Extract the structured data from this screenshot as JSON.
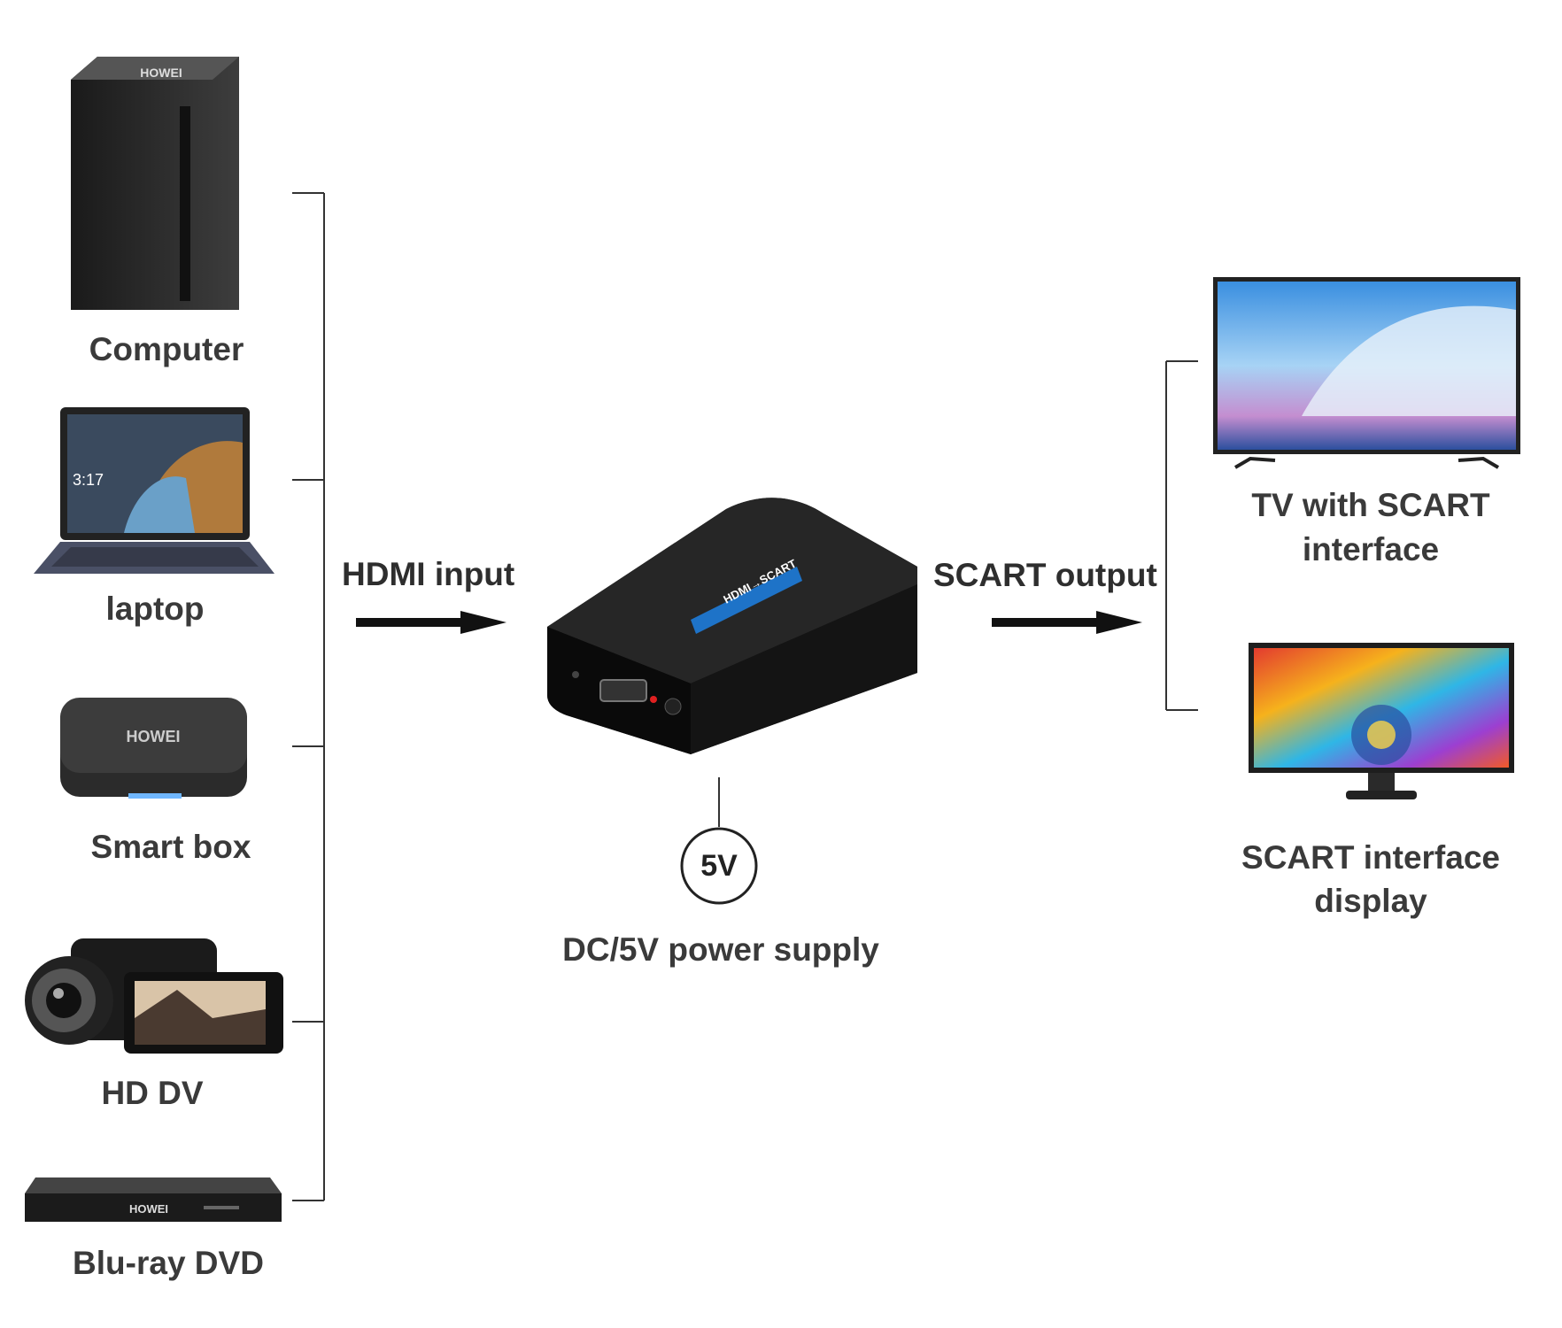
{
  "sources": [
    {
      "label": "Computer",
      "icon": "desktop-tower-icon",
      "brand": "HOWEI"
    },
    {
      "label": "laptop",
      "icon": "laptop-icon"
    },
    {
      "label": "Smart box",
      "icon": "set-top-box-icon",
      "brand": "HOWEI"
    },
    {
      "label": "HD DV",
      "icon": "camcorder-icon"
    },
    {
      "label": "Blu-ray DVD",
      "icon": "bluray-player-icon",
      "brand": "HOWEI"
    }
  ],
  "input_label": "HDMI input",
  "output_label": "SCART output",
  "converter": {
    "icon": "hdmi-to-scart-converter-icon",
    "label_color": "#1e73c8",
    "brand_text": "HDMI→SCART"
  },
  "power": {
    "badge": "5V",
    "label": "DC/5V power supply"
  },
  "outputs": [
    {
      "line1": "TV with SCART",
      "line2": "interface",
      "icon": "tv-icon"
    },
    {
      "line1": "SCART interface",
      "line2": "display",
      "icon": "monitor-icon"
    }
  ]
}
